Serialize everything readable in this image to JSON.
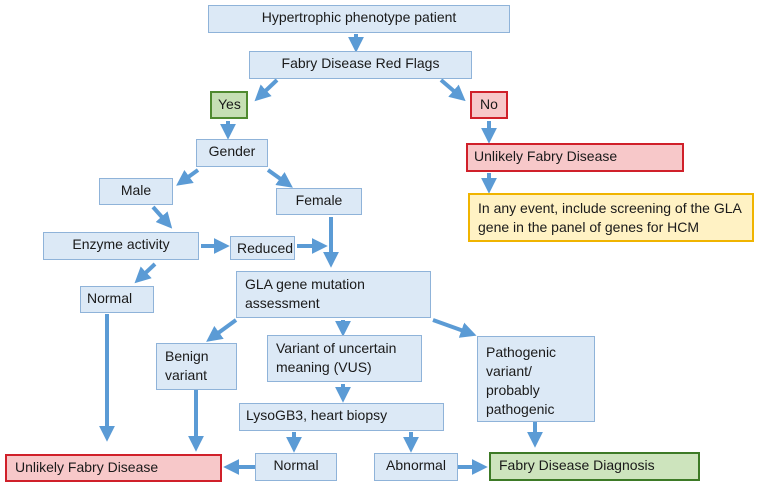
{
  "nodes": {
    "start": "Hypertrophic phenotype patient",
    "red_flags": "Fabry Disease Red Flags",
    "yes": "Yes",
    "no": "No",
    "unlikely_top": "Unlikely Fabry Disease",
    "screening_note": "In any event, include screening of the GLA gene in the panel of genes for HCM",
    "gender": "Gender",
    "male": "Male",
    "female": "Female",
    "enzyme_activity": "Enzyme activity",
    "reduced": "Reduced",
    "normal_enzyme": "Normal",
    "gla_assessment": "GLA gene mutation assessment",
    "benign": "Benign variant",
    "vus": "Variant of uncertain meaning (VUS)",
    "pathogenic": "Pathogenic variant/ probably pathogenic",
    "lyso": "LysoGB3, heart biopsy",
    "normal_lyso": "Normal",
    "abnormal": "Abnormal",
    "unlikely_bottom": "Unlikely Fabry Disease",
    "diagnosis": "Fabry Disease Diagnosis"
  },
  "colors": {
    "arrow": "#5b9bd5",
    "box_fill": "#dce9f6",
    "box_border": "#8fb3d9",
    "yes_fill": "#c6dfb4",
    "red_fill": "#f7c8c9",
    "red_border": "#d0202a",
    "note_fill": "#fff2c4",
    "note_border": "#f0b400",
    "diagnosis_fill": "#cde4bd"
  }
}
